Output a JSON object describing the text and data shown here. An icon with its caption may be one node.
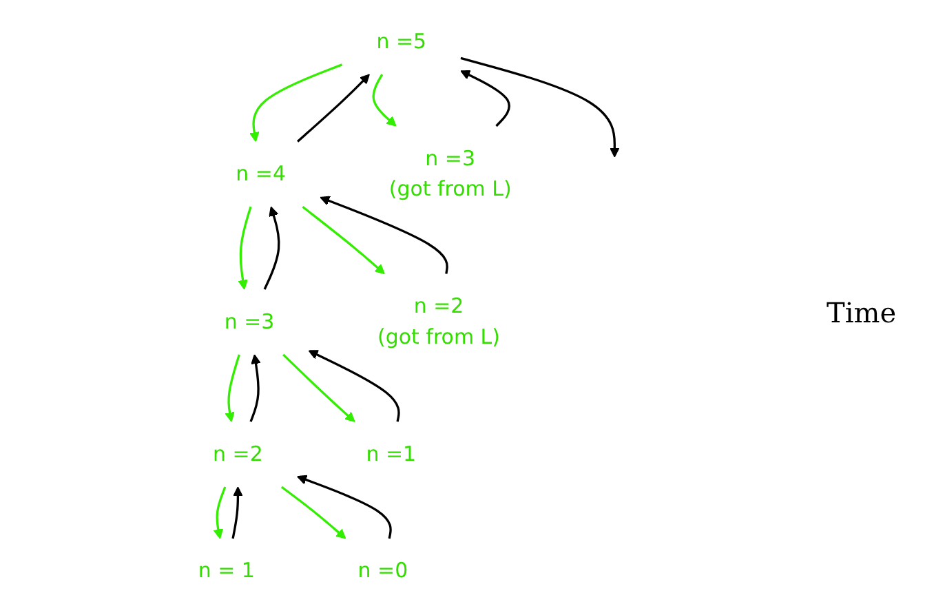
{
  "diagram": {
    "nodes": [
      {
        "text": [
          "n =5"
        ]
      },
      {
        "text": [
          "n =4"
        ]
      },
      {
        "text": [
          "n =3",
          "(got from L)"
        ]
      },
      {
        "text": [
          "n =3"
        ]
      },
      {
        "text": [
          "n =2",
          "(got from L)"
        ]
      },
      {
        "text": [
          "n =2"
        ]
      },
      {
        "text": [
          "n =1"
        ]
      },
      {
        "text": [
          "n = 1"
        ]
      },
      {
        "text": [
          "n =0"
        ]
      }
    ],
    "edges": [
      {
        "from": 0,
        "to": null,
        "arrow": "to",
        "color": "#000000"
      },
      {
        "from": 0,
        "to": 1,
        "arrow": "to",
        "color": "#33ee00"
      },
      {
        "from": 1,
        "to": 0,
        "arrow": "to",
        "color": "#000000"
      },
      {
        "from": 0,
        "to": 2,
        "arrow": "to",
        "color": "#33ee00"
      },
      {
        "from": 2,
        "to": 0,
        "arrow": "to",
        "color": "#000000"
      },
      {
        "from": 1,
        "to": 3,
        "arrow": "to",
        "color": "#33ee00"
      },
      {
        "from": 3,
        "to": 1,
        "arrow": "to",
        "color": "#000000"
      },
      {
        "from": 1,
        "to": 4,
        "arrow": "to",
        "color": "#33ee00"
      },
      {
        "from": 4,
        "to": 1,
        "arrow": "to",
        "color": "#000000"
      },
      {
        "from": 3,
        "to": 5,
        "arrow": "to",
        "color": "#33ee00"
      },
      {
        "from": 5,
        "to": 3,
        "arrow": "to",
        "color": "#000000"
      },
      {
        "from": 3,
        "to": 6,
        "arrow": "to",
        "color": "#33ee00"
      },
      {
        "from": 6,
        "to": 3,
        "arrow": "to",
        "color": "#000000"
      },
      {
        "from": 5,
        "to": 7,
        "arrow": "to",
        "color": "#33ee00"
      },
      {
        "from": 7,
        "to": 5,
        "arrow": "to",
        "color": "#000000"
      },
      {
        "from": 5,
        "to": 8,
        "arrow": "to",
        "color": "#33ee00"
      },
      {
        "from": 8,
        "to": 5,
        "arrow": "to",
        "color": "#000000"
      }
    ],
    "labels": [
      "Time"
    ]
  }
}
